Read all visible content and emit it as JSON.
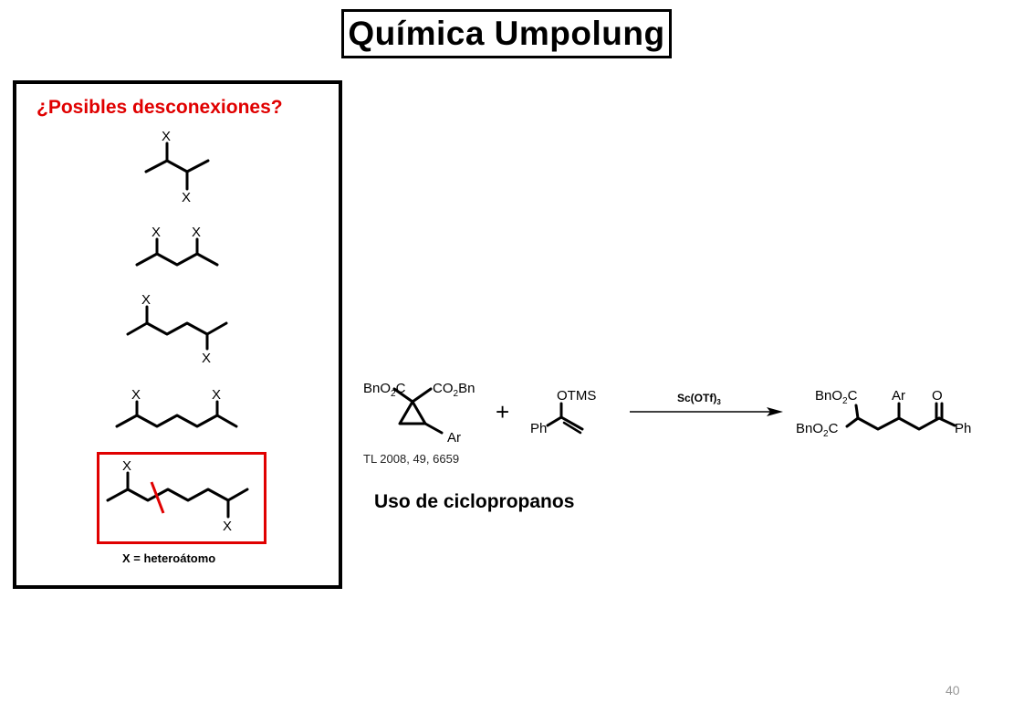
{
  "slide": {
    "title": "Química Umpolung",
    "page_number": "40"
  },
  "left_panel": {
    "heading": "¿Posibles desconexiones?",
    "heading_color": "#e00000",
    "atom_label": "X",
    "legend": "X = heteroátomo"
  },
  "reaction": {
    "cyclopropane": {
      "label_left": "BnO",
      "label_left_sub": "2",
      "label_left_end": "C",
      "label_right": "CO",
      "label_right_sub": "2",
      "label_right_end": "Bn",
      "label_aryl": "Ar"
    },
    "plus": "+",
    "enol_ether": {
      "label_top": "OTMS",
      "label_phenyl": "Ph"
    },
    "reagent": "Sc(OTf)",
    "reagent_sub": "3",
    "product": {
      "label_top_left": "BnO",
      "label_top_left_sub": "2",
      "label_top_left_end": "C",
      "label_bottom_left": "BnO",
      "label_bottom_left_sub": "2",
      "label_bottom_left_end": "C",
      "label_aryl": "Ar",
      "label_oxygen": "O",
      "label_phenyl": "Ph"
    },
    "reference": "TL 2008, 49, 6659",
    "subtitle": "Uso de ciclopropanos"
  },
  "colors": {
    "highlight": "#e00000",
    "bond": "#000000"
  },
  "icons": [
    "skeletal-structure",
    "reaction-arrow",
    "disconnection-mark"
  ]
}
